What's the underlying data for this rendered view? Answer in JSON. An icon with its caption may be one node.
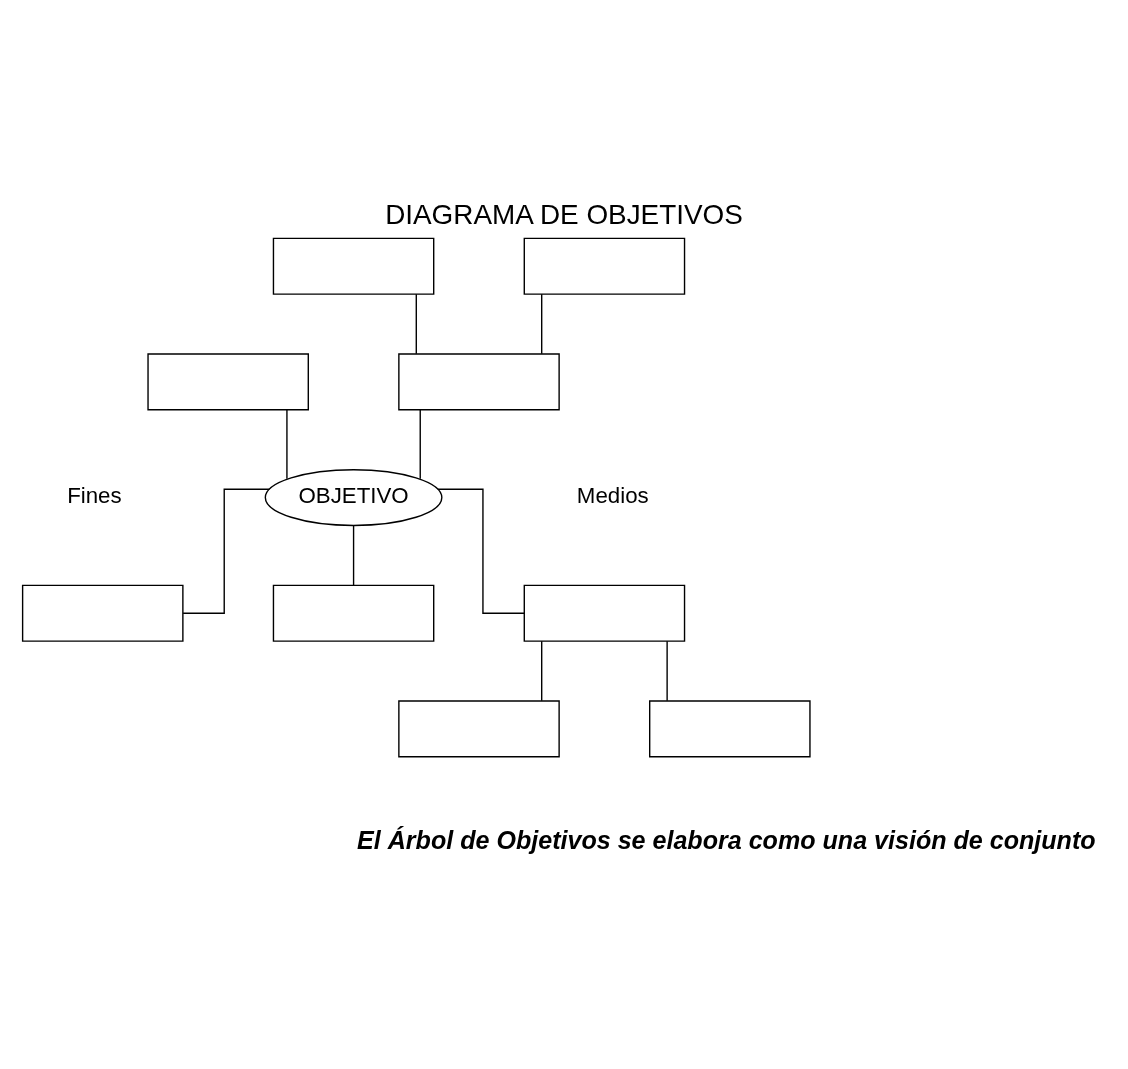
{
  "diagram": {
    "title": "DIAGRAMA DE OBJETIVOS",
    "caption": "El Árbol de Objetivos se elabora como una visión de conjunto",
    "nodes": [
      {
        "text": [],
        "shape": "box"
      },
      {
        "text": [],
        "shape": "box"
      },
      {
        "text": [],
        "shape": "box"
      },
      {
        "text": [],
        "shape": "box"
      },
      {
        "text": [
          "OBJETIVO"
        ]
      },
      {
        "text": [],
        "shape": "box"
      },
      {
        "text": [],
        "shape": "box"
      },
      {
        "text": [],
        "shape": "box"
      },
      {
        "text": [],
        "shape": "box"
      },
      {
        "text": [],
        "shape": "box"
      }
    ],
    "edges": [
      {
        "from": 0,
        "to": 3,
        "arrow": "none"
      },
      {
        "from": 1,
        "to": 3,
        "arrow": "none"
      },
      {
        "from": 2,
        "to": 4,
        "arrow": "none"
      },
      {
        "from": 3,
        "to": 4,
        "arrow": "none"
      },
      {
        "from": 4,
        "to": 5,
        "arrow": "none"
      },
      {
        "from": 4,
        "to": 6,
        "arrow": "none"
      },
      {
        "from": 4,
        "to": 7,
        "arrow": "none"
      },
      {
        "from": 7,
        "to": 8,
        "arrow": "none"
      },
      {
        "from": 7,
        "to": 9,
        "arrow": "none"
      }
    ],
    "labels": [
      "Fines",
      "Medios"
    ]
  }
}
